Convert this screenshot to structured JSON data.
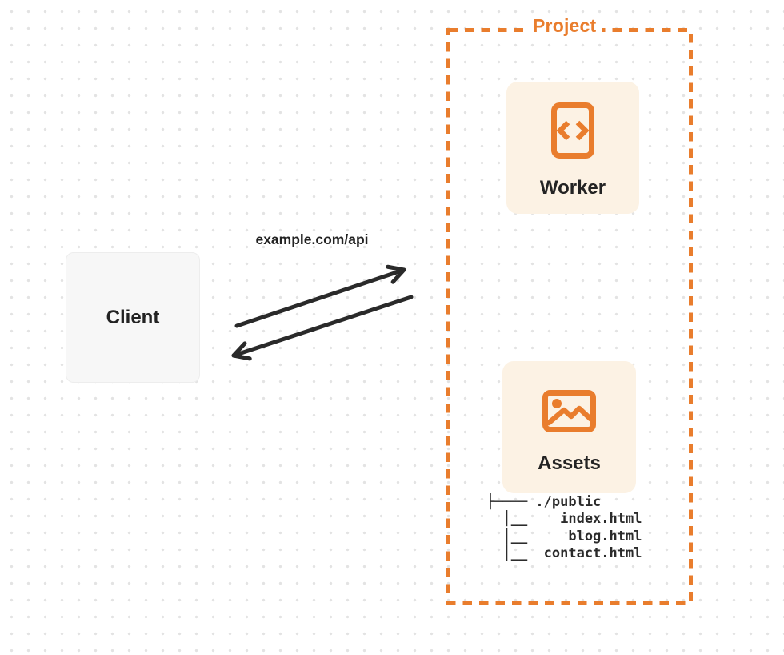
{
  "client": {
    "label": "Client"
  },
  "request": {
    "url": "example.com/api"
  },
  "project": {
    "label": "Project",
    "worker": {
      "label": "Worker",
      "icon": "code-file-icon"
    },
    "assets": {
      "label": "Assets",
      "icon": "image-icon"
    },
    "file_tree": {
      "root": "./public",
      "files": [
        "index.html",
        "blog.html",
        "contact.html"
      ],
      "ascii": "├──── ./public\n  │__    index.html\n  │__     blog.html\n  │__  contact.html"
    }
  },
  "colors": {
    "accent_orange": "#e97d2d",
    "card_cream": "#fcf2e4",
    "client_gray": "#f7f7f7",
    "arrow_ink": "#2a2a2a",
    "dot_grid": "#e3e3e3"
  }
}
